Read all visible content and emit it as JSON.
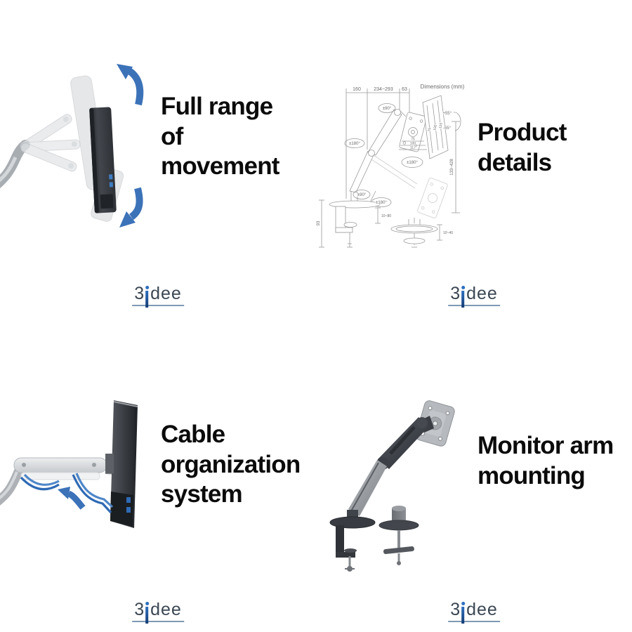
{
  "colors": {
    "background": "#ffffff",
    "title_text": "#0b0b0b",
    "accent_blue": "#3c72b8",
    "drawing_line": "#909090",
    "logo_text": "#3b4753",
    "logo_blue": "#2e6fbe",
    "logo_underline": "#7e99b4"
  },
  "brand": {
    "prefix": "3",
    "suffix": "dee"
  },
  "panels": {
    "full_range": {
      "line1": "Full range",
      "line2": "of",
      "line3": "movement"
    },
    "product_details": {
      "line1": "Product",
      "line2": "details"
    },
    "cable": {
      "line1": "Cable",
      "line2": "organization",
      "line3": "system"
    },
    "mounting": {
      "line1": "Monitor arm",
      "line2": "mounting"
    }
  },
  "drawing": {
    "caption": "Dimensions (mm)",
    "top_dims": [
      "160",
      "234~293",
      "63"
    ],
    "swivel_top": "±90°",
    "swivel_arm": "±180°",
    "tilt_up": "+55°",
    "tilt_down": "-55°",
    "rotate_vesa": "±180°",
    "swivel_base_inner": "±90°",
    "swivel_base_outer": "±180°",
    "vesa_widths": [
      "75",
      "100",
      "117"
    ],
    "vesa_heights": [
      "75",
      "100",
      "115"
    ],
    "height_range": "133~428",
    "base_height": "93",
    "clamp_range": "10~80",
    "grommet_range": "10~40"
  }
}
